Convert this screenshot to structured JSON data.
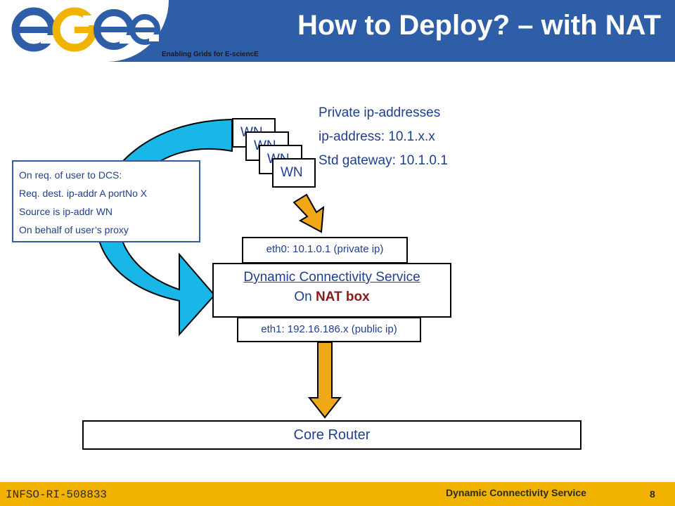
{
  "header": {
    "logo_text": "egee",
    "tagline": "Enabling Grids for E-sciencE",
    "title": "How to Deploy? – with NAT"
  },
  "diagram": {
    "worker_nodes": [
      "WN",
      "WN",
      "WN",
      "WN"
    ],
    "ip_info": [
      "Private ip-addresses",
      "ip-address: 10.1.x.x",
      "Std gateway: 10.1.0.1"
    ],
    "note_lines": [
      "On req. of user to DCS:",
      "Req. dest. ip-addr A portNo X",
      "Source is ip-addr WN",
      "On behalf of user’s proxy"
    ],
    "eth0": "eth0: 10.1.0.1 (private ip)",
    "dcs_title": "Dynamic Connectivity Service",
    "dcs_on": "On ",
    "dcs_nat": "NAT box",
    "eth1": "eth1: 192.16.186.x (public ip)",
    "core_router": "Core Router"
  },
  "footer": {
    "project_id": "INFSO-RI-508833",
    "center": "Dynamic Connectivity Service",
    "page": "8"
  },
  "colors": {
    "header_blue": "#2f5ea8",
    "footer_yellow": "#f2b300",
    "arrow_orange": "#f0a818",
    "cyan_arrow": "#19b6e8",
    "text_blue": "#1f3f8f"
  }
}
